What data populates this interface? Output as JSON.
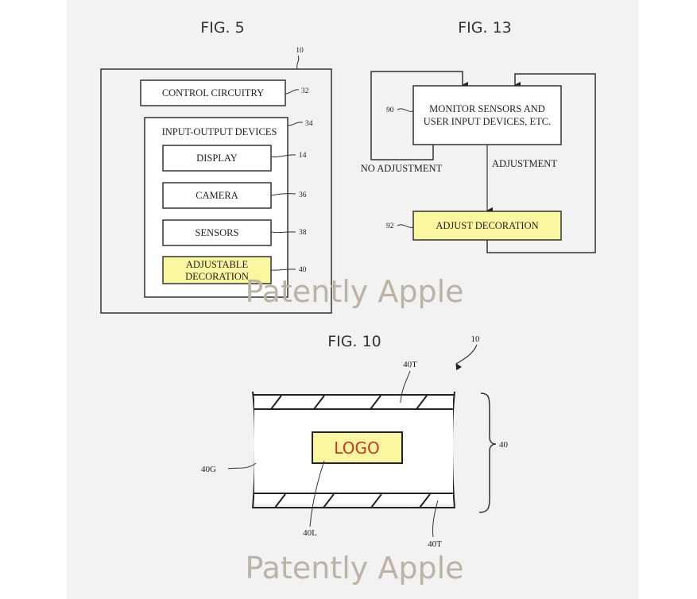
{
  "colors": {
    "panel_bg": "#f2f2f2",
    "highlight_fill": "#fbf6a0",
    "logo_text": "#c0392b",
    "watermark": "#bdb3a3",
    "stroke": "#222222"
  },
  "watermark": "Patently Apple",
  "fig5": {
    "title": "FIG. 5",
    "device_ref": "10",
    "control": {
      "label": "CONTROL CIRCUITRY",
      "ref": "32"
    },
    "io": {
      "label": "INPUT-OUTPUT DEVICES",
      "ref": "34",
      "items": [
        {
          "line1": "DISPLAY",
          "line2": "",
          "ref": "14",
          "highlight": false
        },
        {
          "line1": "CAMERA",
          "line2": "",
          "ref": "36",
          "highlight": false
        },
        {
          "line1": "SENSORS",
          "line2": "",
          "ref": "38",
          "highlight": false
        },
        {
          "line1": "ADJUSTABLE",
          "line2": "DECORATION",
          "ref": "40",
          "highlight": true
        }
      ]
    }
  },
  "fig13": {
    "title": "FIG. 13",
    "monitor": {
      "line1": "MONITOR SENSORS AND",
      "line2": "USER INPUT DEVICES, ETC.",
      "ref": "90"
    },
    "adjust": {
      "label": "ADJUST DECORATION",
      "ref": "92"
    },
    "no_adjustment": "NO ADJUSTMENT",
    "adjustment": "ADJUSTMENT"
  },
  "fig10": {
    "title": "FIG. 10",
    "device_ref": "10",
    "logo": "LOGO",
    "labels": {
      "top_layer": "40T",
      "bottom_layer": "40T",
      "glass": "40G",
      "logo_ref": "40L",
      "stack": "40"
    }
  }
}
